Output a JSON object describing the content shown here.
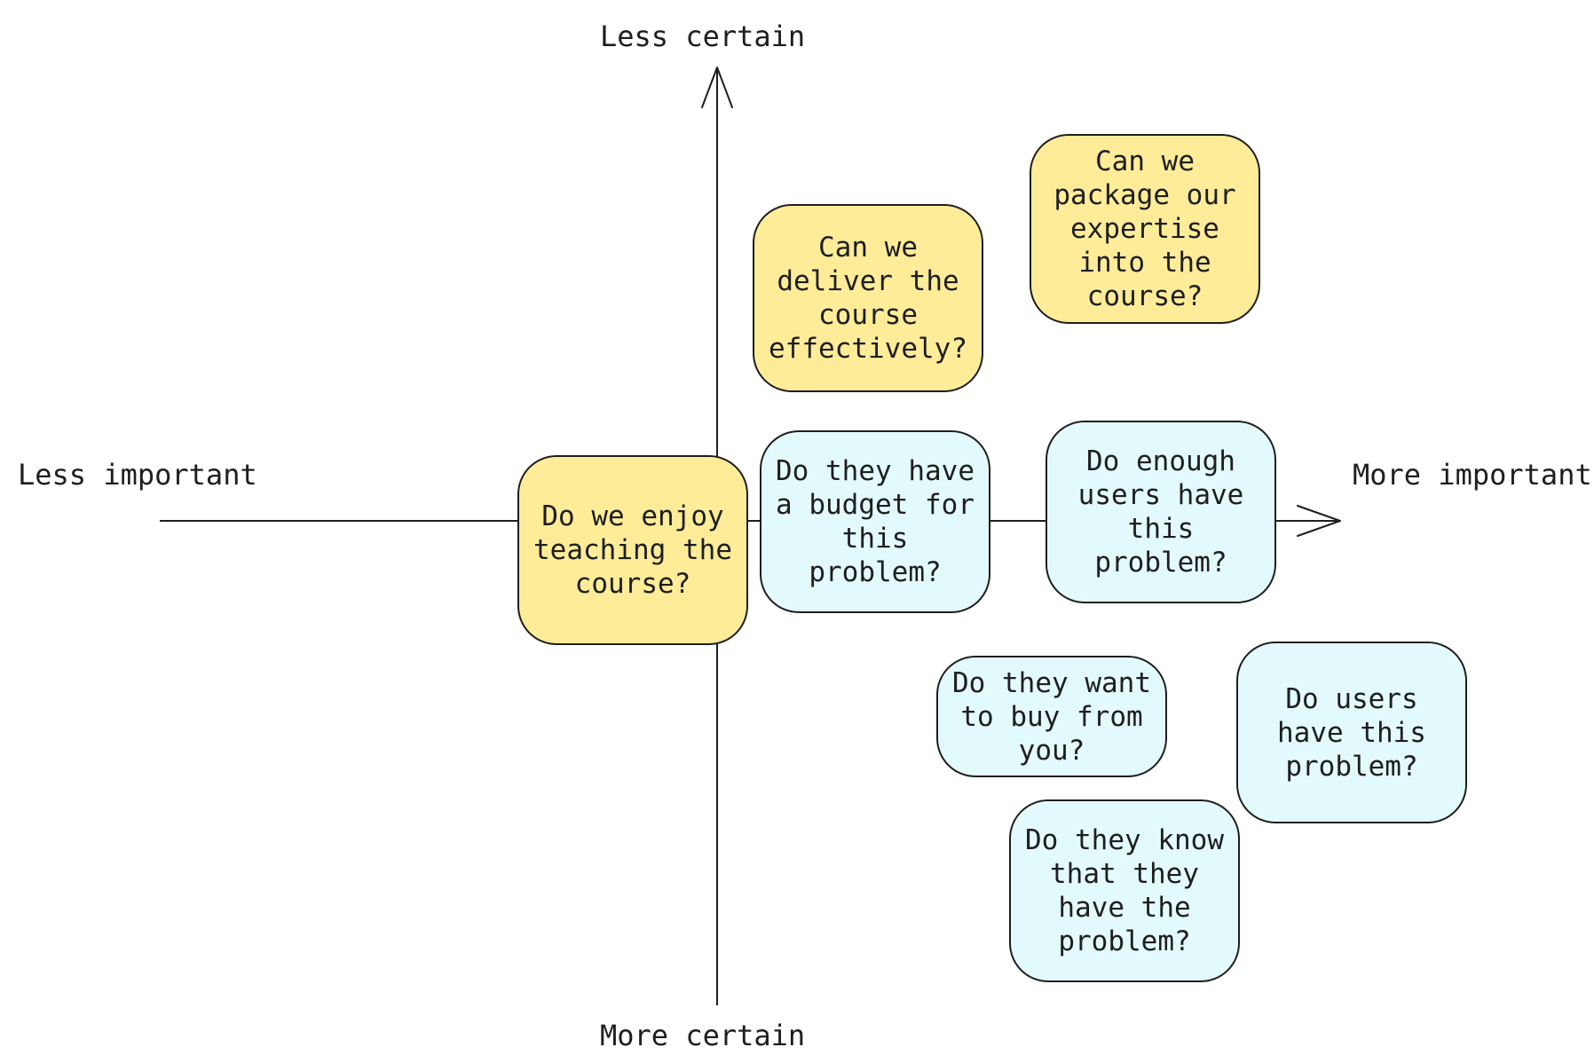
{
  "axes": {
    "top_label": "Less certain",
    "bottom_label": "More certain",
    "left_label": "Less important",
    "right_label": "More important"
  },
  "colors": {
    "assumption_yellow": "#ffec99",
    "assumption_cyan": "#e3fafc",
    "stroke": "#1e1e1e"
  },
  "notes": {
    "deliver": "Can we\ndeliver the\ncourse\neffectively?",
    "package": "Can we\npackage our\nexpertise\ninto the\ncourse?",
    "enjoy": "Do we enjoy\nteaching the\ncourse?",
    "budget": "Do they have\na budget for\nthis\nproblem?",
    "enough_users": "Do enough\nusers have\nthis\nproblem?",
    "buy_from_you": "Do they want\nto buy from\nyou?",
    "users_have": "Do users\nhave this\nproblem?",
    "know_problem": "Do they know\nthat they\nhave the\nproblem?"
  }
}
